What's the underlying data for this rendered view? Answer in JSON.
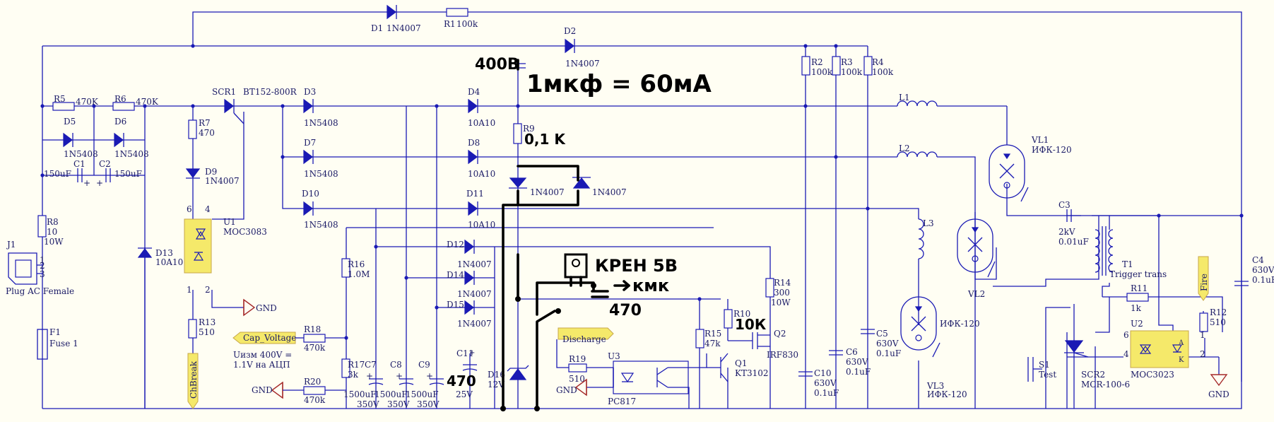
{
  "components": {
    "d1": {
      "ref": "D1",
      "part": "1N4007"
    },
    "r1": {
      "ref": "R1",
      "val": "100k"
    },
    "d2": {
      "ref": "D2",
      "part": "1N4007"
    },
    "r5": {
      "ref": "R5",
      "val": "470K"
    },
    "r6": {
      "ref": "R6",
      "val": "470K"
    },
    "d5": {
      "ref": "D5",
      "part": "1N5408"
    },
    "d6": {
      "ref": "D6",
      "part": "1N5408"
    },
    "c1": {
      "ref": "C1",
      "val": "150uF"
    },
    "c2": {
      "ref": "C2",
      "val": "150uF"
    },
    "r8": {
      "ref": "R8",
      "val1": "10",
      "val2": "10W"
    },
    "j1": {
      "ref": "J1",
      "name": "Plug AC Female",
      "pins": [
        "1",
        "2",
        "3"
      ]
    },
    "f1": {
      "ref": "F1",
      "name": "Fuse 1"
    },
    "d13": {
      "ref": "D13",
      "part": "10A10"
    },
    "scr1": {
      "ref": "SCR1",
      "part": "BT152-800R"
    },
    "r7": {
      "ref": "R7",
      "val": "470"
    },
    "d9": {
      "ref": "D9",
      "part": "1N4007"
    },
    "u1": {
      "ref": "U1",
      "part": "MOC3083",
      "pins": [
        "6",
        "4",
        "1",
        "2"
      ]
    },
    "r13": {
      "ref": "R13",
      "val": "510"
    },
    "d3": {
      "ref": "D3",
      "part": "1N5408"
    },
    "d7": {
      "ref": "D7",
      "part": "1N5408"
    },
    "d10": {
      "ref": "D10",
      "part": "1N5408"
    },
    "d4": {
      "ref": "D4",
      "part": "10A10"
    },
    "d8": {
      "ref": "D8",
      "part": "10A10"
    },
    "d11": {
      "ref": "D11",
      "part": "10A10"
    },
    "d12": {
      "ref": "D12",
      "part": "1N4007"
    },
    "d14": {
      "ref": "D14",
      "part": "1N4007"
    },
    "d15": {
      "ref": "D15",
      "part": "1N4007"
    },
    "r9": {
      "ref": "R9"
    },
    "r16": {
      "ref": "R16",
      "val": "1.0M"
    },
    "r17": {
      "ref": "R17",
      "val": "3k"
    },
    "r18": {
      "ref": "R18",
      "val": "470k"
    },
    "r20": {
      "ref": "R20",
      "val": "470k"
    },
    "c7": {
      "ref": "C7",
      "val1": "1500uF",
      "val2": "350V"
    },
    "c8": {
      "ref": "C8",
      "val1": "1500uF",
      "val2": "350V"
    },
    "c9": {
      "ref": "C9",
      "val1": "1500uF",
      "val2": "350V"
    },
    "c11": {
      "ref": "C11",
      "val": "25V"
    },
    "d16": {
      "ref": "D16",
      "val": "12V"
    },
    "r19": {
      "ref": "R19",
      "val": "510"
    },
    "u3": {
      "ref": "U3",
      "part": "PC817"
    },
    "r15": {
      "ref": "R15",
      "val": "47k"
    },
    "r10": {
      "ref": "R10"
    },
    "q1": {
      "ref": "Q1",
      "part": "KT3102"
    },
    "q2": {
      "ref": "Q2",
      "part": "IRF830"
    },
    "r14": {
      "ref": "R14",
      "val1": "300",
      "val2": "10W"
    },
    "r2": {
      "ref": "R2",
      "val": "100k"
    },
    "r3": {
      "ref": "R3",
      "val": "100k"
    },
    "r4": {
      "ref": "R4",
      "val": "100k"
    },
    "c10": {
      "ref": "C10",
      "val1": "630V",
      "val2": "0.1uF"
    },
    "c6": {
      "ref": "C6",
      "val1": "630V",
      "val2": "0.1uF"
    },
    "c5": {
      "ref": "C5",
      "val1": "630V",
      "val2": "0.1uF"
    },
    "l1": {
      "ref": "L1"
    },
    "l2": {
      "ref": "L2"
    },
    "l3": {
      "ref": "L3"
    },
    "vl1": {
      "ref": "VL1",
      "part": "ИФК-120"
    },
    "vl2": {
      "ref": "VL2"
    },
    "vl3": {
      "ref": "VL3",
      "part": "ИФК-120",
      "part2": "ИФК-120"
    },
    "c3": {
      "ref": "C3",
      "val1": "2kV",
      "val2": "0.01uF"
    },
    "t1": {
      "ref": "T1",
      "name": "Trigger trans"
    },
    "r11": {
      "ref": "R11",
      "val": "1k"
    },
    "r12": {
      "ref": "R12",
      "val": "510"
    },
    "u2": {
      "ref": "U2",
      "part": "MOC3023",
      "pins": [
        "6",
        "4",
        "1",
        "2"
      ],
      "a": "A",
      "k": "K"
    },
    "s1": {
      "ref": "S1",
      "name": "Test"
    },
    "scr2": {
      "ref": "SCR2",
      "part": "MCR-100-6"
    },
    "c4": {
      "ref": "C4",
      "val1": "630V",
      "val2": "0.1uF"
    }
  },
  "ports": {
    "cap_voltage": "Cap_Voltage",
    "chbreak": "ChBreak",
    "discharge": "Discharge",
    "fire": "Fire",
    "gnd": "GND"
  },
  "notes": {
    "measure1": "Uизм 400V =",
    "measure2": "1.1V на АЦП"
  },
  "handwritten": {
    "v400": "400В",
    "cap_eq": "1мкф = 60мА",
    "r9_val": "0,1 K",
    "kren": "КРЕН 5В",
    "kmk": "кмк",
    "c470": "470",
    "c11_470": "470",
    "r10_val": "10К"
  },
  "colors": {
    "wire": "#1a1ab4",
    "background": "#fffef3",
    "port_fill": "#f5e96a",
    "gnd": "#a52a2a",
    "ink": "#000000"
  }
}
